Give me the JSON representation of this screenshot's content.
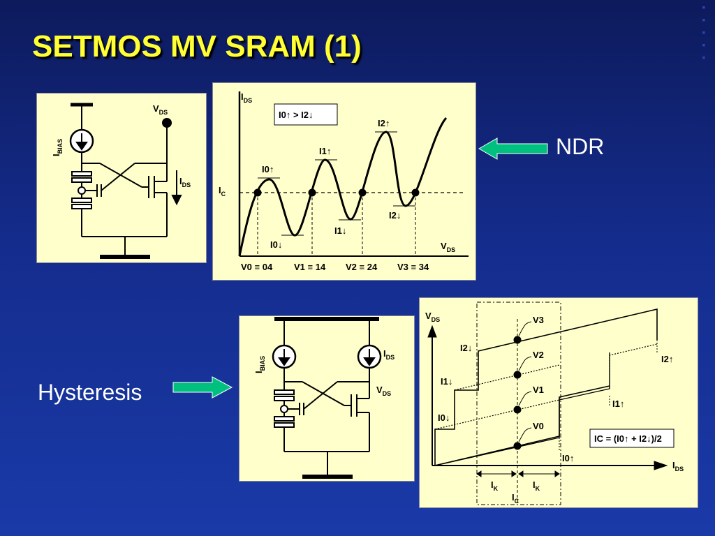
{
  "title": "SETMOS MV SRAM (1)",
  "labels": {
    "ndr": "NDR",
    "hysteresis": "Hysteresis"
  },
  "circuit1": {
    "vds": "V",
    "vds_sub": "DS",
    "ibias": "I",
    "ibias_sub": "BIAS",
    "ids": "I",
    "ids_sub": "DS"
  },
  "ndr_graph": {
    "y_axis": "I",
    "y_axis_sub": "DS",
    "x_axis": "V",
    "x_axis_sub": "DS",
    "ic": "I",
    "ic_sub": "C",
    "legend": "I0↑ > I2↓",
    "peaks": [
      "I0↑",
      "I1↑",
      "I2↑"
    ],
    "valleys": [
      "I0↓",
      "I1↓",
      "I2↓"
    ],
    "voltages": [
      "V0 ≡ 04",
      "V1 ≡ 14",
      "V2 ≡ 24",
      "V3 ≡ 34"
    ]
  },
  "circuit2": {
    "ibias": "I",
    "ibias_sub": "BIAS",
    "ids": "I",
    "ids_sub": "DS",
    "vds": "V",
    "vds_sub": "DS"
  },
  "hyst_graph": {
    "y_axis": "V",
    "y_axis_sub": "DS",
    "x_axis": "I",
    "x_axis_sub": "DS",
    "formula": "IC = (I0↑ + I2↓)/2",
    "levels": [
      "V3",
      "V2",
      "V1",
      "V0"
    ],
    "left_labels": [
      "I2↓",
      "I1↓",
      "I0↓"
    ],
    "right_labels": [
      "I2↑",
      "I1↑",
      "I0↑"
    ],
    "ik": "I",
    "ik_sub": "K",
    "ic": "I",
    "ic_sub": "C"
  }
}
